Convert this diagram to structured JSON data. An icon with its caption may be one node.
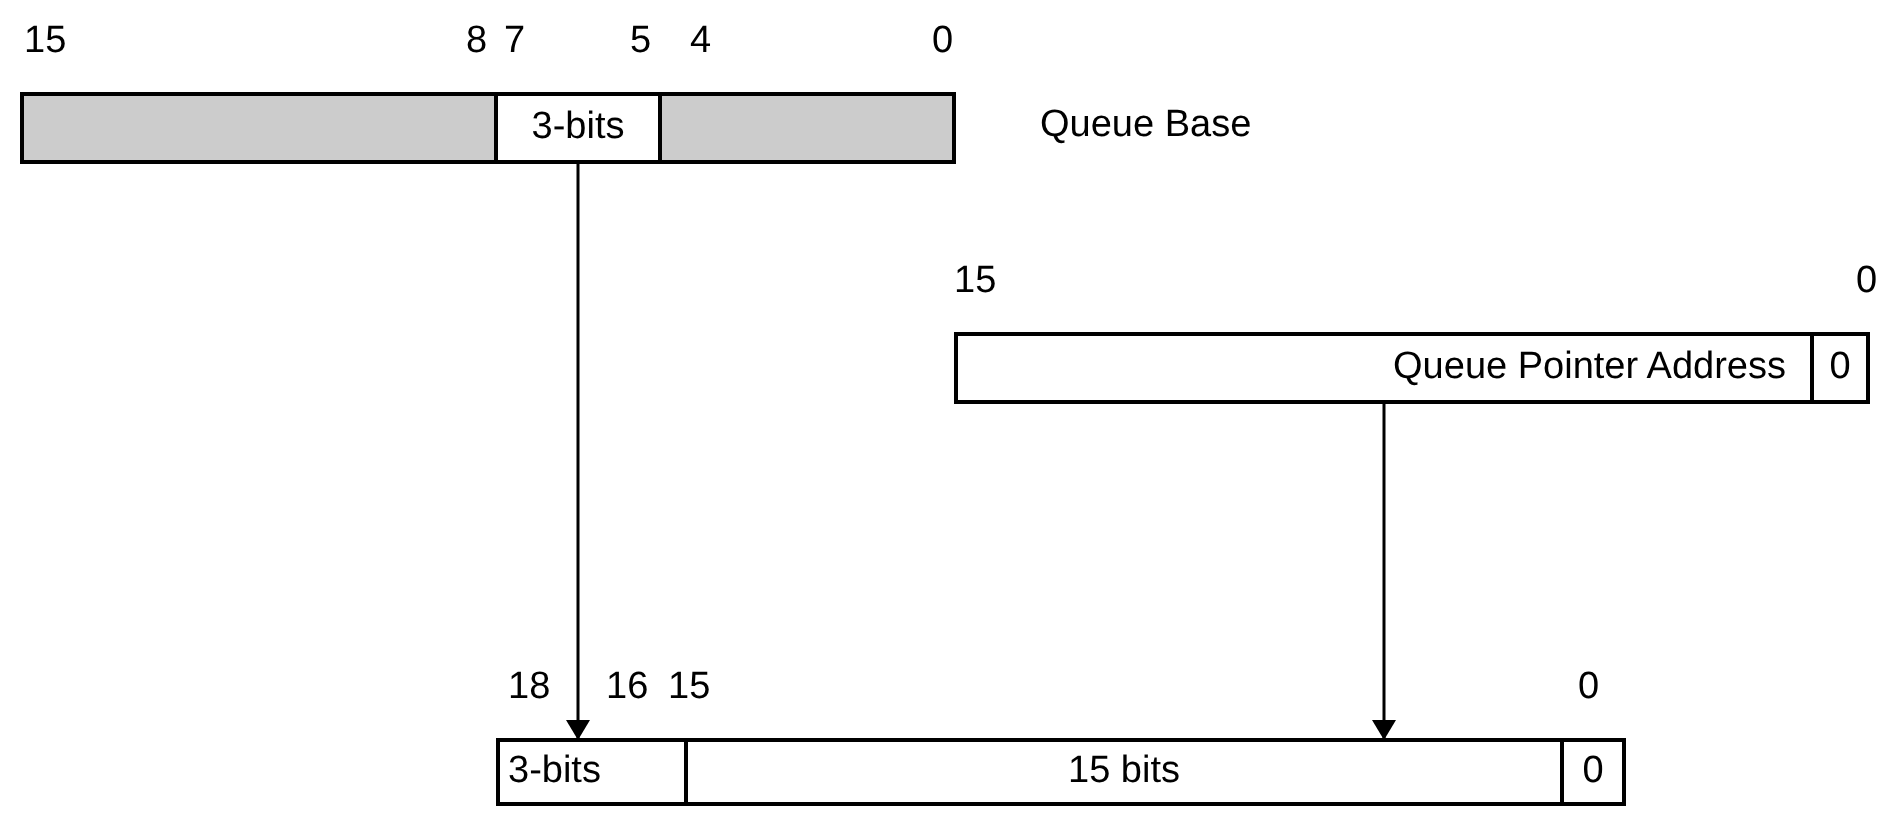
{
  "diagram": {
    "nodes": [
      {
        "text": [],
        "shape": "bar"
      },
      {
        "text": [
          "3-bits"
        ]
      },
      {
        "text": [],
        "shape": "bar"
      },
      {
        "text": [
          "Queue Pointer Address"
        ]
      },
      {
        "text": [
          "0"
        ]
      },
      {
        "text": [
          "3-bits"
        ]
      },
      {
        "text": [
          "15 bits"
        ]
      },
      {
        "text": [
          "0"
        ]
      }
    ],
    "edges": [
      {
        "from": 1,
        "to": 5,
        "arrow": "to"
      },
      {
        "from": 3,
        "to": 6,
        "arrow": "to"
      }
    ],
    "labels": [
      "15",
      "8",
      "7",
      "5",
      "4",
      "0",
      "Queue Base",
      "15",
      "0",
      "18",
      "16",
      "15",
      "0"
    ]
  }
}
